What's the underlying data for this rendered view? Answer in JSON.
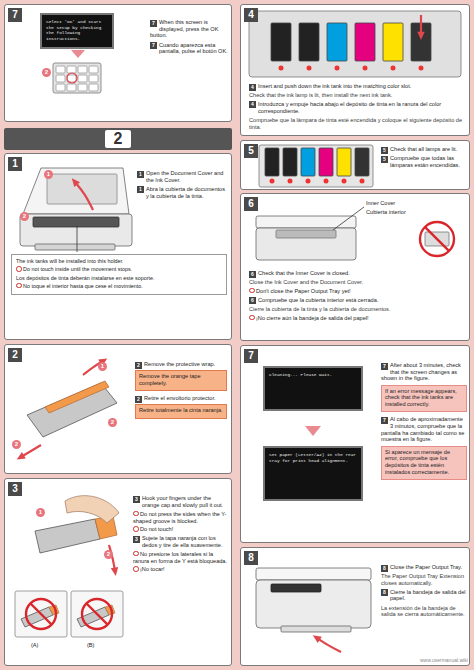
{
  "diagram": {
    "nodes": [
      {
        "text": [
          "7",
          "7",
          "When this screen is displayed, press the OK button.",
          "7",
          "Cuando aparezca esta pantalla, pulse el botón OK."
        ]
      },
      {
        "text": [
          "Select 'OK' and start the setup by checking the following instructions."
        ],
        "in": 0
      },
      {
        "text": [
          "2"
        ]
      },
      {
        "text": [
          "1",
          "1",
          "Open the Document Cover and the Ink Cover.",
          "1",
          "Abra la cubierta de documentos y la cubierta de la tinta."
        ]
      },
      {
        "text": [
          "The ink tanks will be installed into this holder.",
          "Do not touch inside until the movement stops.",
          "Los depósitos de tinta deberán instalarse en este soporte.",
          "No toque el interior hasta que cese el movimiento."
        ],
        "in": 3
      },
      {
        "text": [
          "2",
          "2",
          "Remove the protective wrap.",
          "2",
          "Retire el envoltorio protector."
        ]
      },
      {
        "text": [
          "Remove the orange tape completely."
        ],
        "in": 5
      },
      {
        "text": [
          "Retire totalmente la cinta naranja."
        ],
        "in": 5
      },
      {
        "text": [
          "3",
          "3",
          "Hook your fingers under the orange cap and slowly pull it out.",
          "Do not press the sides when the Y-shaped groove is blocked.",
          "Do not touch!",
          "3",
          "Sujete la tapa naranja con los dedos y tire de ella suavemente.",
          "No presione los laterales si la ranura en forma de Y está bloqueada.",
          "¡No tocar!"
        ]
      },
      {
        "text": [
          "4",
          "4",
          "Insert and push down the ink tank into the matching color slot.",
          "Check that the ink lamp is lit, then install the next ink tank.",
          "4",
          "Introduzca y empuje hacia abajo el depósito de tinta en la ranura del color correspondiente.",
          "Compruebe que la lámpara de tinta esté encendida y coloque el siguiente depósito de tinta."
        ]
      },
      {
        "text": [
          "5",
          "5",
          "Check that all lamps are lit.",
          "5",
          "Compruebe que todas las lámparas están encendidas."
        ]
      },
      {
        "text": [
          "6",
          "Inner Cover",
          "Cubierta interior",
          "6",
          "Check that the Inner Cover is closed.",
          "Close the Ink Cover and the Document Cover.",
          "Don't close the Paper Output Tray yet!",
          "6",
          "Compruebe que la cubierta interior está cerrada.",
          "Cierre la cubierta de la tinta y la cubierta de documentos.",
          "¡No cierre aún la bandeja de salida del papel!"
        ]
      },
      {
        "text": [
          "7",
          "7",
          "After about 3 minutes, check that the screen changes as shown in the figure.",
          "7",
          "Al cabo de aproximadamente 3 minutos, compruebe que la pantalla ha cambiado tal como se muestra en la figure."
        ]
      },
      {
        "text": [
          "Cleaning... Please wait."
        ],
        "in": 12
      },
      {
        "text": [
          "Set paper (Letter/A4) in the rear tray for print head alignment."
        ],
        "in": 12
      },
      {
        "text": [
          "If an error message appears, check that the ink tanks are installed correctly."
        ],
        "in": 12
      },
      {
        "text": [
          "Si aparece un mensaje de error, compruebe que los depósitos de tinta estén instalados correctamente."
        ],
        "in": 12
      },
      {
        "text": [
          "8",
          "8",
          "Close the Paper Output Tray.",
          "The Paper Output Tray Extension closes automatically.",
          "8",
          "Cierre la bandeja de salida del papel.",
          "La extensión de la bandeja de salida se cierra automáticamente."
        ]
      }
    ],
    "labels": [
      "2",
      "1",
      "2",
      "1",
      "2",
      "2",
      "1",
      "2",
      "(A)",
      "(B)",
      "www.usermanual.wiki"
    ]
  }
}
